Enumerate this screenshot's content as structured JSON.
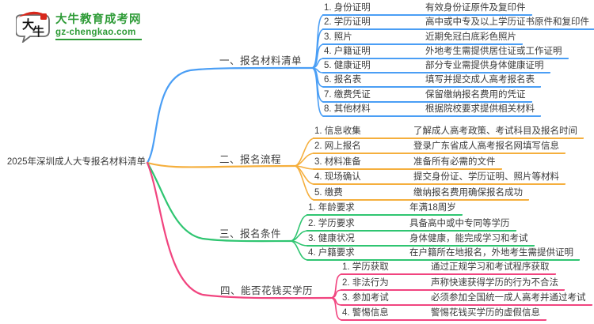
{
  "site": {
    "logo_char_1": "大",
    "logo_char_2": "牛",
    "name": "大牛教育成考网",
    "domain": "gz-chengkao.com",
    "green": "#2E9B37",
    "red": "#D8281C"
  },
  "root": {
    "title": "2025年深圳成人大专报名材料清单"
  },
  "branches": [
    {
      "label": "一、报名材料清单",
      "color": "#4A9EF5",
      "items": [
        {
          "label": "1. 身份证明",
          "desc": "有效身份证原件及复印件"
        },
        {
          "label": "2. 学历证明",
          "desc": "高中或中专及以上学历证书原件和复印件"
        },
        {
          "label": "3. 照片",
          "desc": "近期免冠白底彩色照片"
        },
        {
          "label": "4. 户籍证明",
          "desc": "外地考生需提供居住证或工作证明"
        },
        {
          "label": "5. 健康证明",
          "desc": "部分专业需提供身体健康证明"
        },
        {
          "label": "6. 报名表",
          "desc": "填写并提交成人高考报名表"
        },
        {
          "label": "7. 缴费凭证",
          "desc": "保留缴纳报名费用的凭证"
        },
        {
          "label": "8. 其他材料",
          "desc": "根据院校要求提供相关材料"
        }
      ]
    },
    {
      "label": "二、报名流程",
      "color": "#F5AF3D",
      "items": [
        {
          "label": "1. 信息收集",
          "desc": "了解成人高考政策、考试科目及报名时间"
        },
        {
          "label": "2. 网上报名",
          "desc": "登录广东省成人高考报名网填写信息"
        },
        {
          "label": "3. 材料准备",
          "desc": "准备所有必需的文件"
        },
        {
          "label": "4. 现场确认",
          "desc": "提交身份证、学历证明、照片等材料"
        },
        {
          "label": "5. 缴费",
          "desc": "缴纳报名费用确保报名成功"
        }
      ]
    },
    {
      "label": "三、报名条件",
      "color": "#2FC571",
      "items": [
        {
          "label": "1. 年龄要求",
          "desc": "年满18周岁"
        },
        {
          "label": "2. 学历要求",
          "desc": "具备高中或中专同等学历"
        },
        {
          "label": "3. 健康状况",
          "desc": "身体健康，能完成学习和考试"
        },
        {
          "label": "4. 户籍要求",
          "desc": "在户籍所在地报名，外地考生需提供证明"
        }
      ]
    },
    {
      "label": "四、能否花钱买学历",
      "color": "#F1447F",
      "items": [
        {
          "label": "1. 学历获取",
          "desc": "通过正规学习和考试程序获取"
        },
        {
          "label": "2. 非法行为",
          "desc": "声称快速获得学历的行为不合法"
        },
        {
          "label": "3. 参加考试",
          "desc": "必须参加全国统一成人高考并通过考试"
        },
        {
          "label": "4. 警惕信息",
          "desc": "警惕花钱买学历的虚假信息"
        }
      ]
    }
  ]
}
